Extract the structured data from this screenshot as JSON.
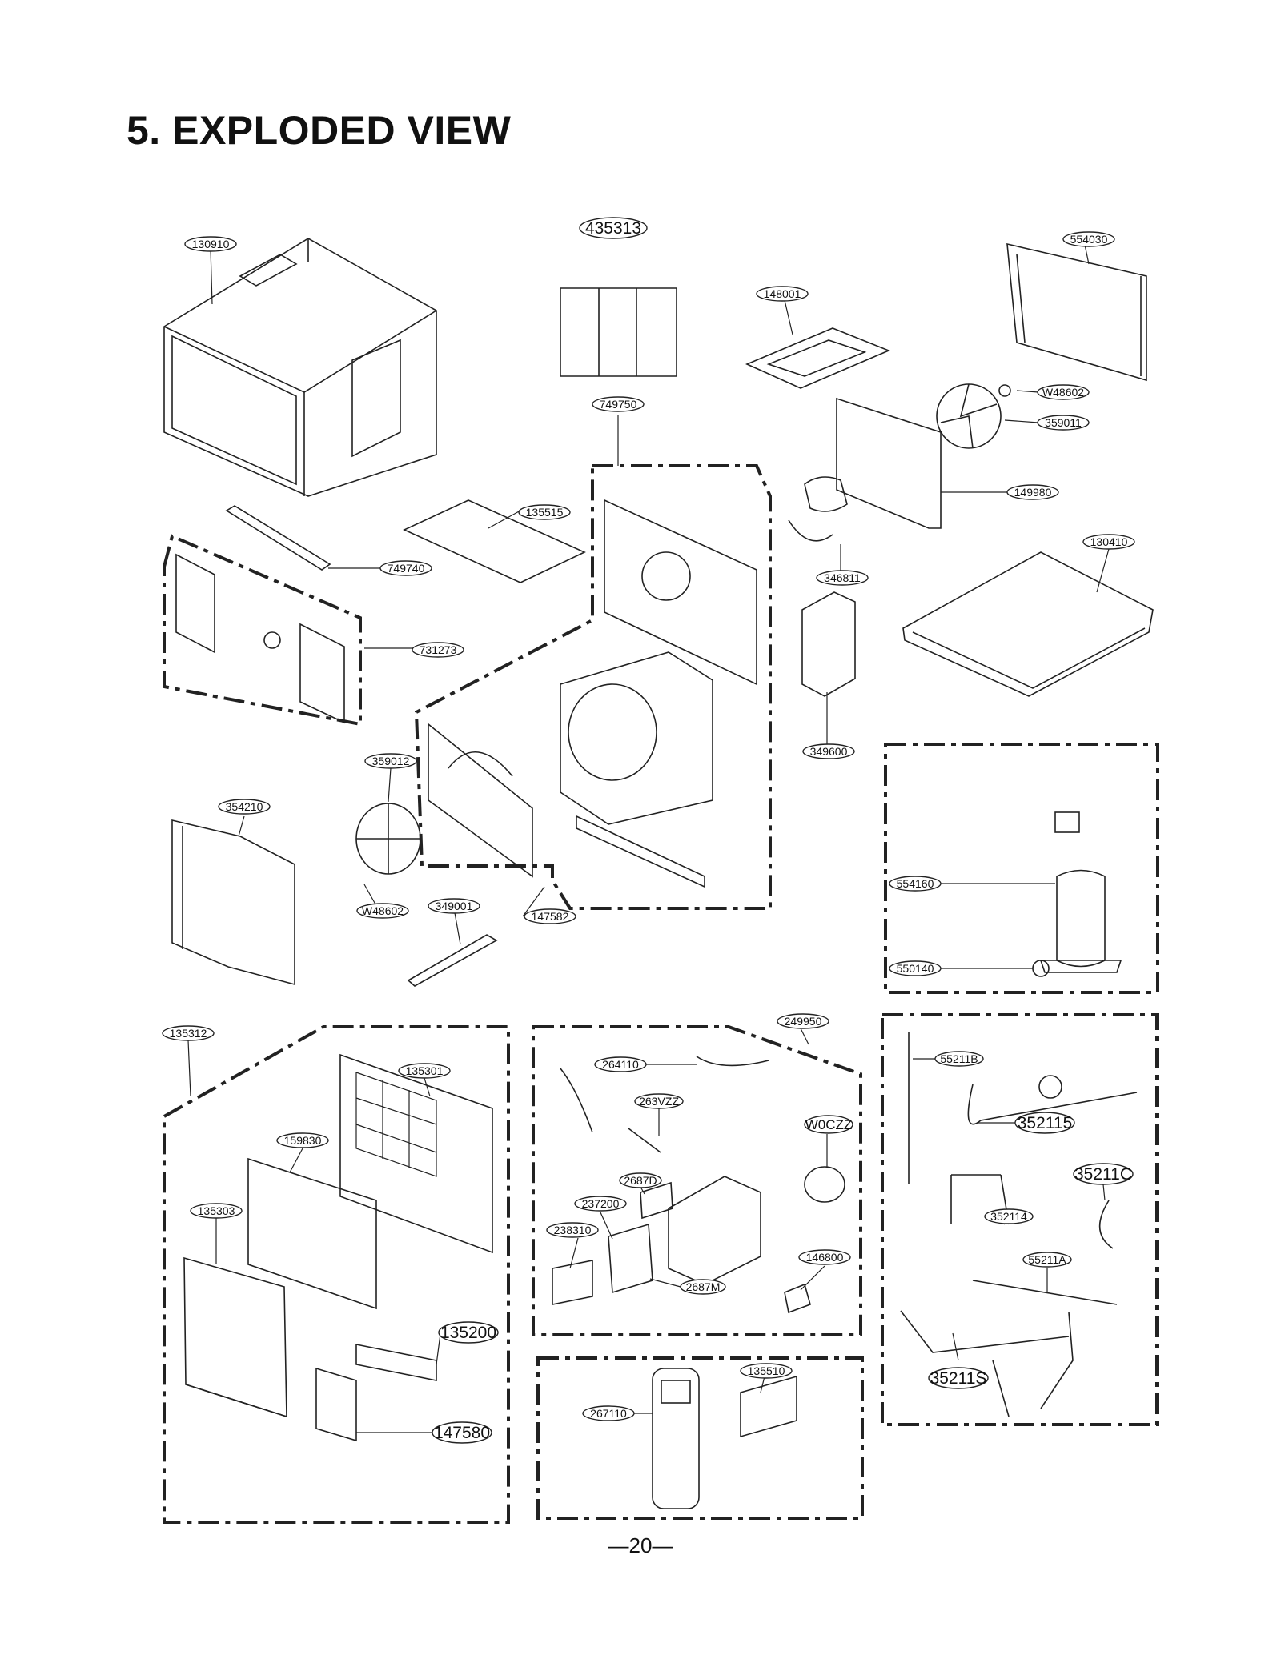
{
  "page": {
    "title": "5. EXPLODED VIEW",
    "page_number": "—20—"
  },
  "parts": {
    "p130910": "130910",
    "p435313": "435313",
    "p554030": "554030",
    "p148001": "148001",
    "pW48602a": "W48602",
    "p359011": "359011",
    "p749750": "749750",
    "p149980": "149980",
    "p135515": "135515",
    "p749740": "749740",
    "p346811": "346811",
    "p130410": "130410",
    "p731273": "731273",
    "p349600": "349600",
    "p359012": "359012",
    "p354210": "354210",
    "p554160": "554160",
    "pW48602b": "W48602",
    "p349001": "349001",
    "p147582": "147582",
    "p550140": "550140",
    "p135312": "135312",
    "p249950": "249950",
    "p55211B": "55211B",
    "p135301": "135301",
    "p264110": "264110",
    "p263VZZ": "263VZZ",
    "pW0CZZ": "W0CZZ",
    "p352115": "352115",
    "p159830": "159830",
    "p2687D": "2687D",
    "p35211C": "35211C",
    "p135303": "135303",
    "p237200": "237200",
    "p352114": "352114",
    "p238310": "238310",
    "p146800": "146800",
    "p55211A": "55211A",
    "p2687M": "2687M",
    "p135200": "135200",
    "p135510": "135510",
    "p267110": "267110",
    "p35211S": "35211S",
    "p147580": "147580"
  }
}
